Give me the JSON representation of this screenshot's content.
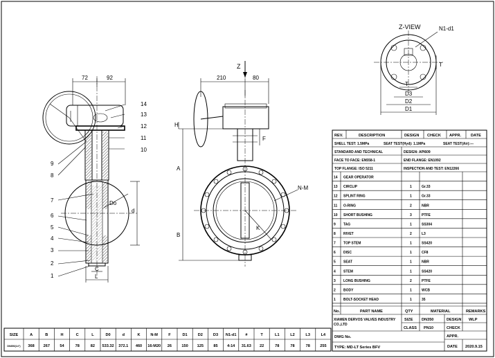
{
  "z_view_title": "Z-VIEW",
  "z_view_labels": {
    "n1d1": "N1-d1",
    "t": "T",
    "d3": "D3",
    "d2": "D2",
    "d1": "D1"
  },
  "front_view_dims": {
    "w72": "72",
    "w92": "92",
    "h": "H",
    "l": "L",
    "c": "C",
    "do": "Do",
    "d": "d"
  },
  "side_view_dims": {
    "w210": "210",
    "w80": "80",
    "z": "Z",
    "a": "A",
    "b": "B",
    "f": "F",
    "nm": "N-M",
    "k": "K"
  },
  "balloons": [
    "14",
    "13",
    "12",
    "11",
    "10",
    "9",
    "8",
    "7",
    "6",
    "5",
    "4",
    "3",
    "2",
    "1"
  ],
  "spec_header": [
    "REV.",
    "DESCRIPTION",
    "DESIGN",
    "CHECK",
    "APPR.",
    "DATE"
  ],
  "spec_lines": {
    "shell_test": "SHELL TEST:  1.5MPa",
    "seat_test_hyd": "SEAT TEST(Hyd):  1.1MPa",
    "seat_test_air": "SEAT TEST(Air):---",
    "standard": "STANDARD AND TECHNICAL",
    "design": "DESIGN: API609",
    "face_to_face": "FACE TO FACE: EN558-1",
    "end_flange": "END FLANGE: EN1092",
    "top_flange": "TOP FLANGE: ISO 5211",
    "inspection": "INSPECTION AND TEST: EN12266"
  },
  "parts": [
    {
      "no": "14",
      "name": "GEAR OPERATOR",
      "qty": "",
      "material": ""
    },
    {
      "no": "13",
      "name": "CIRCLIP",
      "qty": "1",
      "material": "Gr.33"
    },
    {
      "no": "12",
      "name": "SPLINT RING",
      "qty": "1",
      "material": "Gr.33"
    },
    {
      "no": "11",
      "name": "O-RING",
      "qty": "2",
      "material": "NBR"
    },
    {
      "no": "10",
      "name": "SHORT BUSHING",
      "qty": "3",
      "material": "PTFE"
    },
    {
      "no": "9",
      "name": "TAG",
      "qty": "1",
      "material": "SS304"
    },
    {
      "no": "8",
      "name": "RIVET",
      "qty": "2",
      "material": "L3"
    },
    {
      "no": "7",
      "name": "TOP STEM",
      "qty": "1",
      "material": "SS420"
    },
    {
      "no": "6",
      "name": "DISC",
      "qty": "1",
      "material": "CF8"
    },
    {
      "no": "5",
      "name": "SEAT",
      "qty": "1",
      "material": "NBR"
    },
    {
      "no": "4",
      "name": "STEM",
      "qty": "1",
      "material": "SS420"
    },
    {
      "no": "3",
      "name": "LONG BUSHING",
      "qty": "2",
      "material": "PTFE"
    },
    {
      "no": "2",
      "name": "BODY",
      "qty": "1",
      "material": "WCB"
    },
    {
      "no": "1",
      "name": "BOLT-SOCKET HEAD",
      "qty": "1",
      "material": "35"
    }
  ],
  "parts_header": {
    "no": "No.",
    "name": "PART NAME",
    "qty": "QTY",
    "material": "MATERIAL",
    "remarks": "REMARKS"
  },
  "title_block": {
    "company": "XIAMEN DERVOS VALVES INDUSTRY CO.,LTD",
    "size_label": "SIZE",
    "size_value": "DN350",
    "class_label": "CLASS",
    "class_value": "PN10",
    "design_label": "DESIGN",
    "design_value": "WLP",
    "check_label": "CHECK",
    "appr_label": "APPR.",
    "dwg_label": "DWG No.",
    "type": "TYPE: MD-LT Series BFV",
    "date_label": "DATE",
    "date_value": "2020.9.15"
  },
  "dim_table": {
    "headers": [
      "SIZE",
      "A",
      "B",
      "H",
      "C",
      "L",
      "D0",
      "d",
      "K",
      "N-M",
      "F",
      "D1",
      "D2",
      "D3",
      "N1-d1",
      "#",
      "T",
      "L1",
      "L2",
      "L3",
      "L4"
    ],
    "row": [
      "DN350(14\")",
      "368",
      "267",
      "54",
      "78",
      "82",
      "533.32",
      "372.1",
      "460",
      "16-M20",
      "26",
      "150",
      "125",
      "85",
      "4-14",
      "31.63",
      "22",
      "78",
      "78",
      "78",
      "255"
    ]
  }
}
